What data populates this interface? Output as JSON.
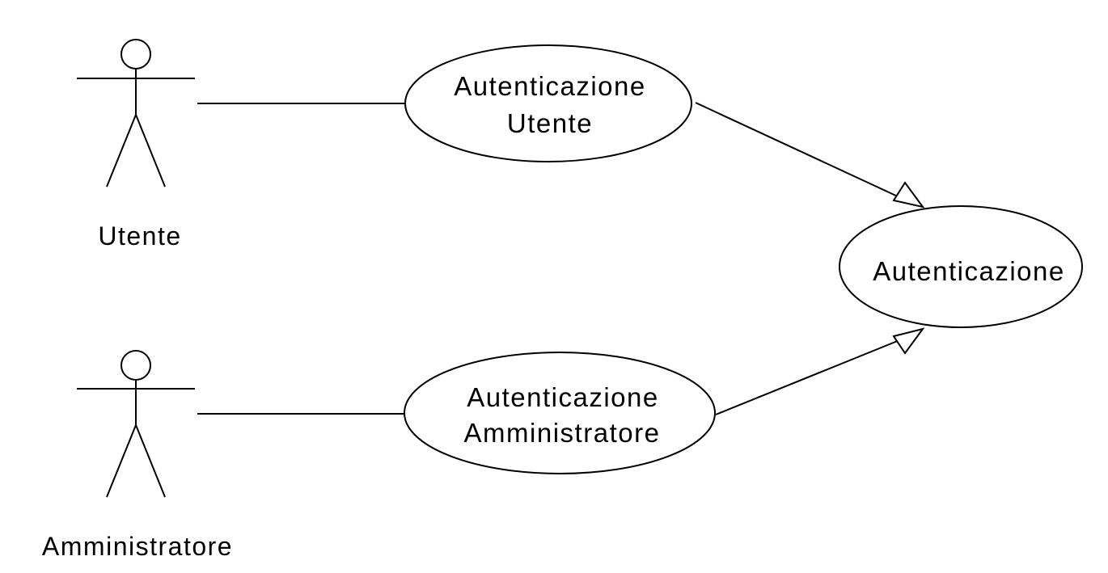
{
  "diagram": {
    "type": "use-case",
    "actors": [
      {
        "id": "utente",
        "label": "Utente"
      },
      {
        "id": "amministratore",
        "label": "Amministratore"
      }
    ],
    "use_cases": [
      {
        "id": "auth_utente",
        "lines": [
          "Autenticazione",
          "Utente"
        ]
      },
      {
        "id": "auth_admin",
        "lines": [
          "Autenticazione",
          "Amministratore"
        ]
      },
      {
        "id": "auth",
        "lines": [
          "Autenticazione"
        ]
      }
    ],
    "associations": [
      {
        "from": "utente",
        "to": "auth_utente"
      },
      {
        "from": "amministratore",
        "to": "auth_admin"
      }
    ],
    "generalizations": [
      {
        "from": "auth_utente",
        "to": "auth"
      },
      {
        "from": "auth_admin",
        "to": "auth"
      }
    ],
    "colors": {
      "line": "#000000",
      "background": "#ffffff"
    }
  }
}
